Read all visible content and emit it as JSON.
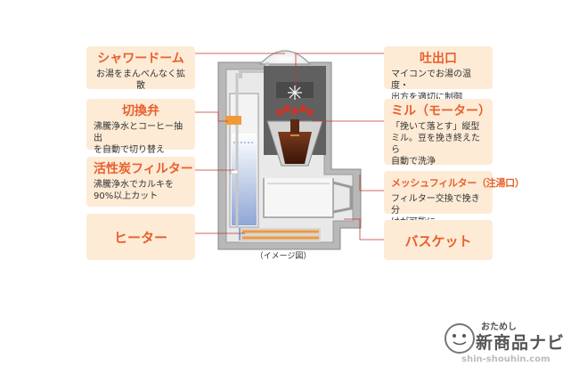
{
  "labels": {
    "shower_dome": {
      "title": "シャワードーム",
      "desc": "お湯をまんべんなく拡散"
    },
    "switch_valve": {
      "title": "切換弁",
      "desc": "沸騰浄水とコーヒー抽出\nを自動で切り替え"
    },
    "carbon_filter": {
      "title": "活性炭フィルター",
      "desc": "沸騰浄水でカルキを\n90%以上カット"
    },
    "heater": {
      "title": "ヒーター"
    },
    "outlet": {
      "title": "吐出口",
      "desc": "マイコンでお湯の温度・\n出方を適切に制御"
    },
    "mill": {
      "title": "ミル（モーター）",
      "desc": "「挽いて落とす」縦型\nミル。豆を挽き終えたら\n自動で洗浄"
    },
    "mesh_filter": {
      "title": "メッシュフィルター（注湯口）",
      "desc": "フィルター交換で挽き分\nけが可能に"
    },
    "basket": {
      "title": "バスケット"
    }
  },
  "caption": "（イメージ図）",
  "logo": {
    "small": "おためし",
    "main": "新商品ナビ",
    "url": "shin-shouhin.com"
  },
  "colors": {
    "label_bg": "#fdebd6",
    "title": "#e8602c",
    "leader_line": "#c0392b",
    "machine_body": "#b0b0b0",
    "tank_water": "#9fb3dc"
  }
}
